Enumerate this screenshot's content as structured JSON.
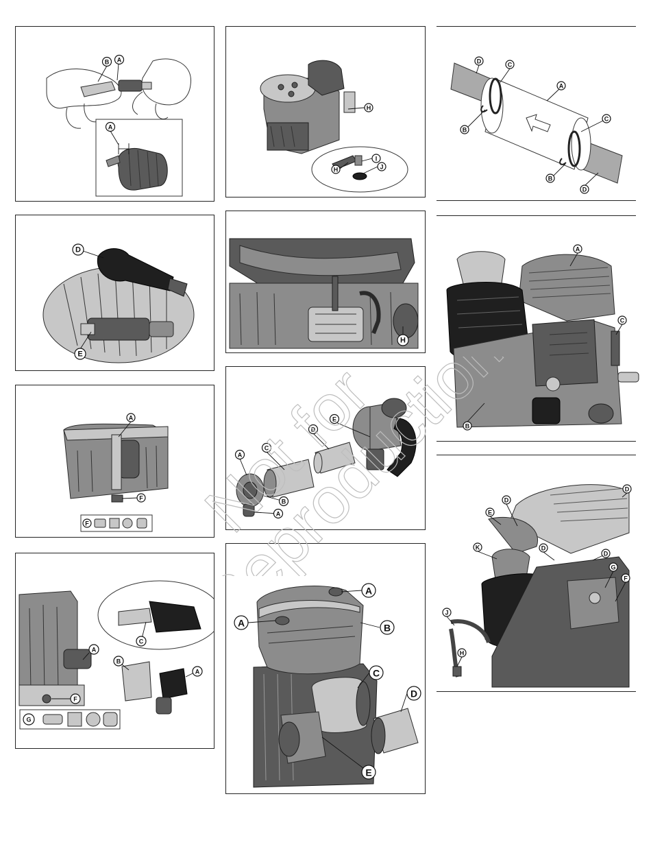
{
  "watermark": {
    "line1": "Not for",
    "line2": "Reproduction"
  },
  "fig_spark_gap": {
    "callouts": [
      "B",
      "A",
      "A"
    ]
  },
  "fig_spark_wire": {
    "callouts": [
      "D",
      "E"
    ]
  },
  "fig_oil_drain": {
    "callouts": [
      "A",
      "F",
      "F"
    ]
  },
  "fig_oil_valve": {
    "callouts": [
      "A",
      "C",
      "B",
      "A",
      "F",
      "G"
    ]
  },
  "fig_fuel_filter": {
    "callouts": [
      "H",
      "I",
      "H",
      "J"
    ]
  },
  "fig_muffler": {
    "callouts": [
      "H"
    ]
  },
  "fig_air_cartridge": {
    "callouts": [
      "E",
      "D",
      "C",
      "A",
      "B",
      "A"
    ]
  },
  "fig_air_cover": {
    "callouts": [
      "A",
      "A",
      "B",
      "C",
      "D",
      "E"
    ]
  },
  "fig_hose_clamp": {
    "callouts": [
      "D",
      "C",
      "A",
      "B",
      "C",
      "B",
      "D"
    ]
  },
  "fig_engine_shroud": {
    "callouts": [
      "A",
      "C",
      "B"
    ]
  },
  "fig_shroud_exploded": {
    "callouts": [
      "D",
      "D",
      "E",
      "K",
      "D",
      "D",
      "G",
      "F",
      "J",
      "H"
    ]
  }
}
